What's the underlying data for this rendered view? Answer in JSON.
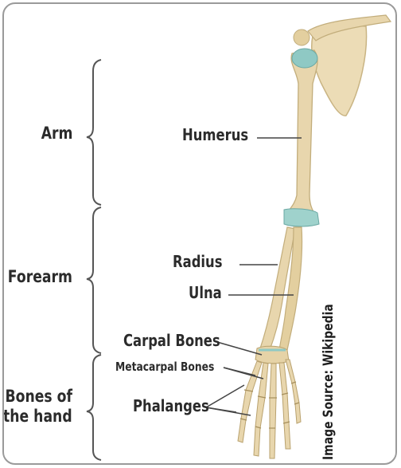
{
  "regions": {
    "arm": "Arm",
    "forearm": "Forearm",
    "hand_line1": "Bones of",
    "hand_line2": "the hand"
  },
  "bones": {
    "humerus": "Humerus",
    "radius": "Radius",
    "ulna": "Ulna",
    "carpal": "Carpal Bones",
    "metacarpal": "Metacarpal Bones",
    "phalanges": "Phalanges"
  },
  "credit": "Image Source: Wikipedia",
  "colors": {
    "bone": "#e8d6ad",
    "bone_shadow": "#c9b483",
    "cartilage": "#8fc9c4",
    "leader_line": "#444444",
    "text": "#2b2b2b"
  }
}
